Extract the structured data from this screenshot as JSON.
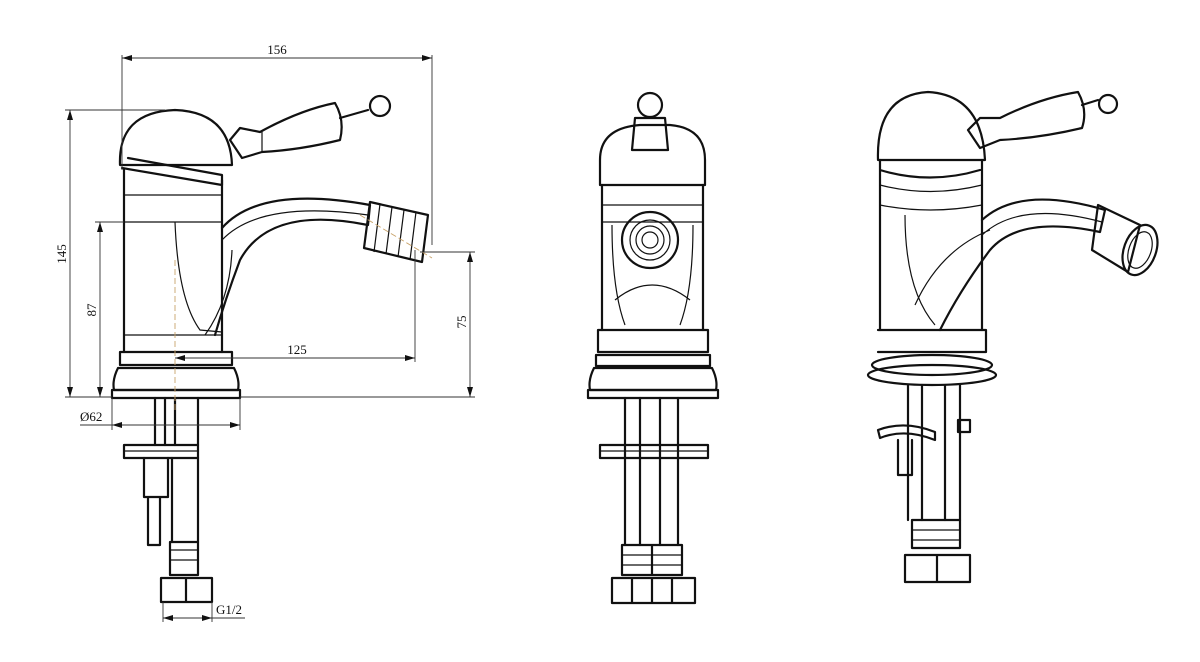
{
  "title": "Bidet mixer technical drawing",
  "views": [
    "side-view",
    "front-view",
    "perspective-view"
  ],
  "dimensions": {
    "overall_width": "156",
    "overall_height": "145",
    "body_height": "87",
    "spout_height": "75",
    "spout_reach": "125",
    "base_diameter": "Ø62",
    "thread": "G1/2"
  },
  "colors": {
    "line": "#111111",
    "centerline": "#c9a36a"
  }
}
